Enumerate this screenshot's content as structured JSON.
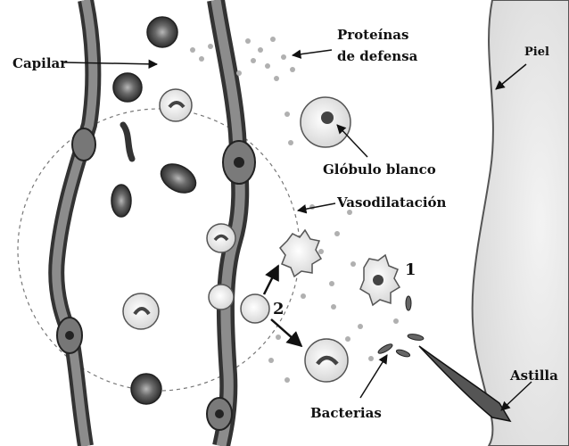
{
  "labels": {
    "capilar": "Capilar",
    "proteinas_line1": "Proteínas",
    "proteinas_line2": "de defensa",
    "piel": "Piel",
    "globulo_blanco": "Glóbulo blanco",
    "vasodilatacion": "Vasodilatación",
    "step1": "1",
    "step2": "2",
    "astilla": "Astilla",
    "bacterias": "Bacterias"
  }
}
